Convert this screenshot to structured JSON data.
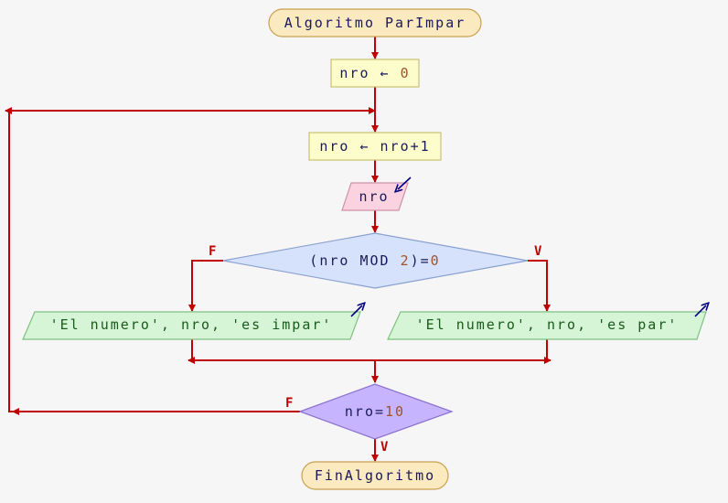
{
  "colors": {
    "line": "#c00000",
    "text_dark": "#1a1a5a",
    "number": "#a0522d",
    "start_fill": "#fbe9c0",
    "assign_fill": "#fdfccb",
    "input_fill": "#fbd3e0",
    "decision_fill": "#d6e2fb",
    "output_fill": "#d6f5d6",
    "loop_fill": "#c6b4ff",
    "io_arrow": "#000080"
  },
  "flowchart": {
    "start": "Algoritmo ParImpar",
    "init": {
      "var": "nro",
      "arrow": "←",
      "value": "0"
    },
    "increment": {
      "var": "nro",
      "arrow": "←",
      "expr": "nro+1"
    },
    "input": "nro",
    "decision": {
      "pre": "(nro MOD ",
      "num": "2",
      "mid": ")=",
      "num2": "0"
    },
    "false_label": "F",
    "true_label": "V",
    "output_false": "'El numero', nro, 'es impar'",
    "output_true": "'El numero', nro, 'es par'",
    "loop_cond": {
      "pre": "nro=",
      "num": "10"
    },
    "loop_false_label": "F",
    "loop_true_label": "V",
    "end": "FinAlgoritmo"
  }
}
